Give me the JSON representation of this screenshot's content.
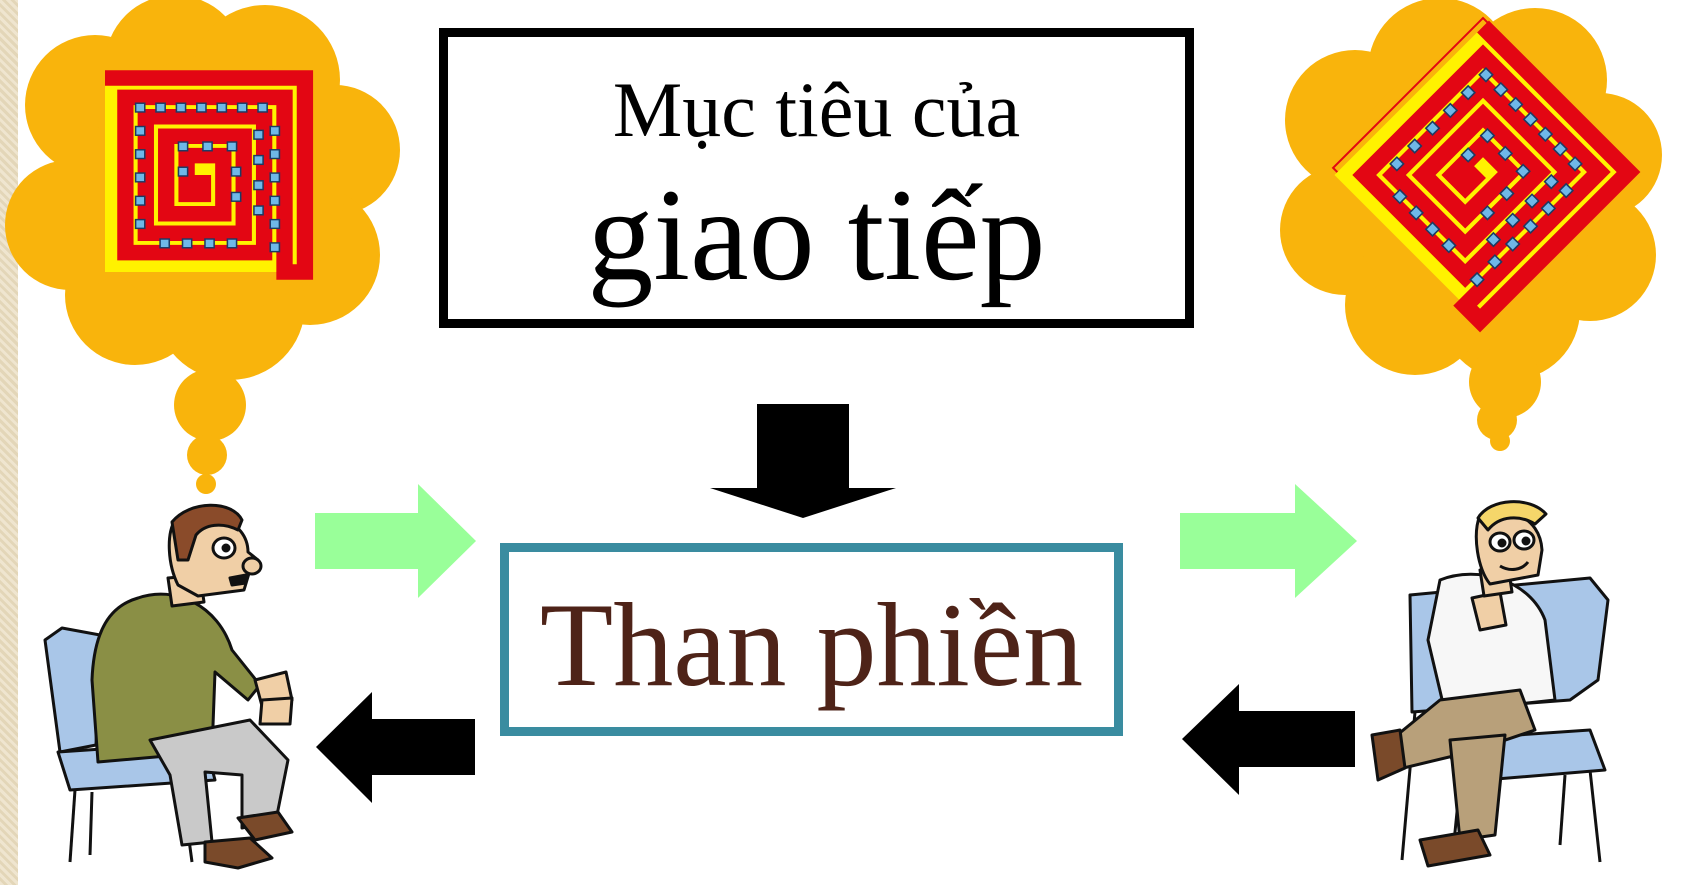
{
  "goal": {
    "line1": "Mục tiêu của",
    "line2": "giao tiếp"
  },
  "topic": {
    "label": "Than phiền"
  },
  "colors": {
    "thought_cloud": "#f9b40c",
    "maze_red": "#e30613",
    "maze_yellow": "#fff200",
    "maze_dots": "#6fb8e8",
    "send_arrow": "#99ff99",
    "feedback_arrow": "#000000",
    "topic_border": "#3a8ca0",
    "topic_text": "#4e2318",
    "goal_border": "#000000",
    "chair": "#a9c6e8",
    "speaker_jacket": "#8a8f45",
    "listener_trousers": "#b8a07a"
  },
  "icons": {
    "left_thought": "maze-thought-icon",
    "right_thought": "rotated-maze-thought-icon",
    "left_person": "seated-speaker-icon",
    "right_person": "seated-listener-icon",
    "down_arrow": "arrow-down-icon"
  }
}
